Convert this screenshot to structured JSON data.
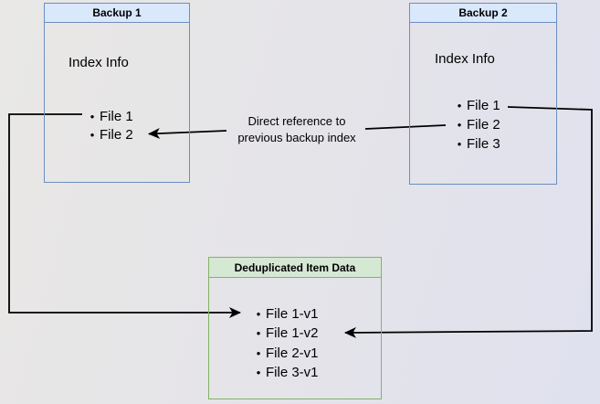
{
  "boxes": {
    "backup1": {
      "title": "Backup 1",
      "label": "Index Info",
      "files": [
        "File 1",
        "File 2"
      ]
    },
    "backup2": {
      "title": "Backup 2",
      "label": "Index Info",
      "files": [
        "File 1",
        "File 2",
        "File 3"
      ]
    },
    "dedup": {
      "title": "Deduplicated Item Data",
      "files": [
        "File 1-v1",
        "File 1-v2",
        "File 2-v1",
        "File 3-v1"
      ]
    }
  },
  "annotation": {
    "line1": "Direct reference to",
    "line2": "previous backup index"
  },
  "icons": {
    "bullet": "•",
    "arrowhead": "filled-arrow"
  },
  "colors": {
    "blue_border": "#6c8ebf",
    "blue_fill": "#dae8fc",
    "green_border": "#82b366",
    "green_fill": "#d5e8d4",
    "line": "#000000",
    "bg_left": "#e9e8e6",
    "bg_right": "#e0e1ef",
    "text": "#000000"
  }
}
